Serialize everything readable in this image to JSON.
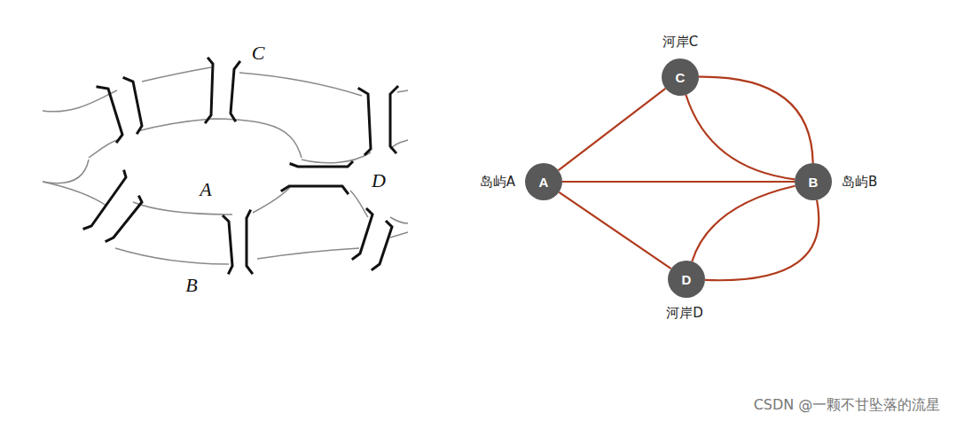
{
  "diagram": {
    "nodes": [
      {
        "text": [
          "C",
          "河岸C"
        ]
      },
      {
        "text": [
          "A",
          "岛屿A"
        ]
      },
      {
        "text": [
          "B",
          "岛屿B"
        ]
      },
      {
        "text": [
          "D",
          "河岸D"
        ]
      }
    ],
    "edges": [
      {
        "from": 1,
        "to": 0,
        "arrow": "none"
      },
      {
        "from": 1,
        "to": 2,
        "arrow": "none"
      },
      {
        "from": 1,
        "to": 3,
        "arrow": "none"
      },
      {
        "from": 0,
        "to": 2,
        "arrow": "none"
      },
      {
        "from": 0,
        "to": 2,
        "arrow": "none"
      },
      {
        "from": 3,
        "to": 2,
        "arrow": "none"
      },
      {
        "from": 3,
        "to": 2,
        "arrow": "none"
      }
    ],
    "labels": [
      "C",
      "A",
      "D",
      "B",
      "CSDN @一颗不甘坠落的流星"
    ]
  }
}
